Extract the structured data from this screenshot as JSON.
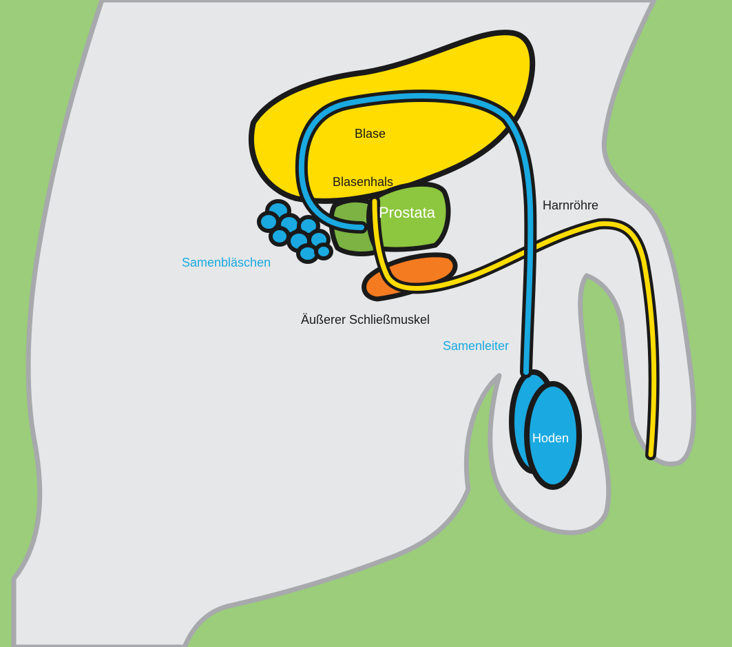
{
  "labels": {
    "blase": "Blase",
    "blasenhals": "Blasenhals",
    "prostata": "Prostata",
    "harnroehre": "Harnröhre",
    "samenblaeschen": "Samenbläschen",
    "schliessmuskel": "Äußerer Schließmuskel",
    "samenleiter": "Samenleiter",
    "hoden": "Hoden"
  },
  "colors": {
    "background": "#9bcd7a",
    "body": "#e6e7e8",
    "body_outline": "#a7a9ac",
    "bladder": "#ffdd00",
    "prostate": "#8dc63f",
    "seminal_vesicles": "#1aa9e0",
    "sphincter": "#f47b20",
    "vas_deferens": "#1aa9e0",
    "urethra": "#ffdd00",
    "testis": "#1aa9e0",
    "outline": "#1a1a1a",
    "label_dark": "#1a1a1a",
    "label_blue": "#1aa9e0"
  }
}
